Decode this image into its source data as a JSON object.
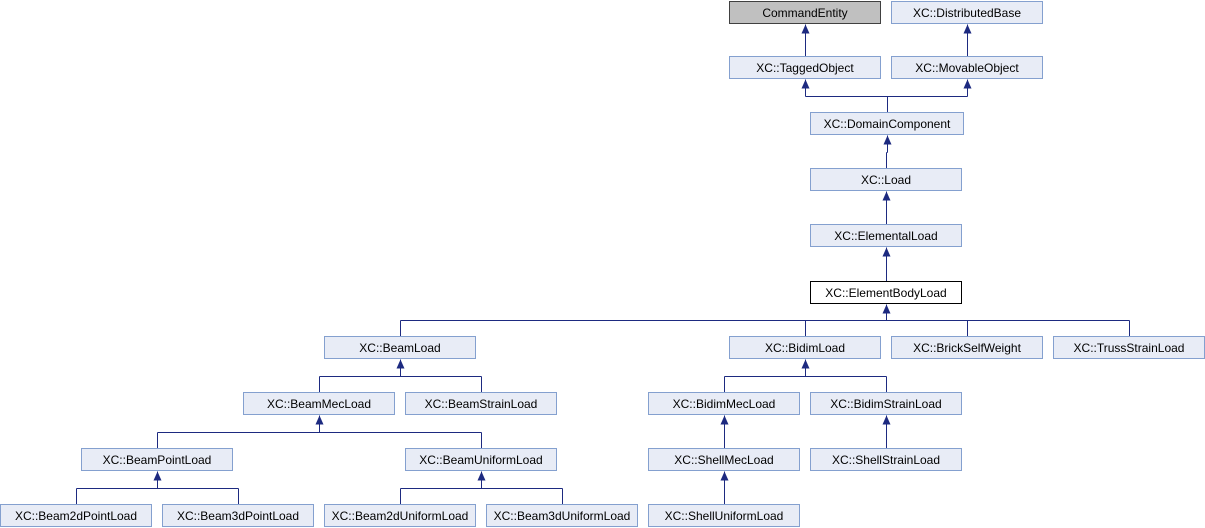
{
  "colors": {
    "node_fill": "#e8ecf6",
    "node_border": "#84a0cf",
    "highlight_fill": "#c0c0c0",
    "highlight_border": "#404040",
    "current_fill": "#ffffff",
    "current_border": "#000000",
    "edge": "#1d2a80"
  },
  "nodes": [
    {
      "id": "command_entity",
      "label": "CommandEntity",
      "style": "highlight"
    },
    {
      "id": "distributed_base",
      "label": "XC::DistributedBase",
      "style": "normal"
    },
    {
      "id": "tagged_object",
      "label": "XC::TaggedObject",
      "style": "normal"
    },
    {
      "id": "movable_object",
      "label": "XC::MovableObject",
      "style": "normal"
    },
    {
      "id": "domain_component",
      "label": "XC::DomainComponent",
      "style": "normal"
    },
    {
      "id": "load",
      "label": "XC::Load",
      "style": "normal"
    },
    {
      "id": "elemental_load",
      "label": "XC::ElementalLoad",
      "style": "normal"
    },
    {
      "id": "element_body_load",
      "label": "XC::ElementBodyLoad",
      "style": "current"
    },
    {
      "id": "beam_load",
      "label": "XC::BeamLoad",
      "style": "normal"
    },
    {
      "id": "bidim_load",
      "label": "XC::BidimLoad",
      "style": "normal"
    },
    {
      "id": "brick_self_weight",
      "label": "XC::BrickSelfWeight",
      "style": "normal"
    },
    {
      "id": "truss_strain_load",
      "label": "XC::TrussStrainLoad",
      "style": "normal"
    },
    {
      "id": "beam_mec_load",
      "label": "XC::BeamMecLoad",
      "style": "normal"
    },
    {
      "id": "beam_strain_load",
      "label": "XC::BeamStrainLoad",
      "style": "normal"
    },
    {
      "id": "bidim_mec_load",
      "label": "XC::BidimMecLoad",
      "style": "normal"
    },
    {
      "id": "bidim_strain_load",
      "label": "XC::BidimStrainLoad",
      "style": "normal"
    },
    {
      "id": "beam_point_load",
      "label": "XC::BeamPointLoad",
      "style": "normal"
    },
    {
      "id": "beam_uniform_load",
      "label": "XC::BeamUniformLoad",
      "style": "normal"
    },
    {
      "id": "shell_mec_load",
      "label": "XC::ShellMecLoad",
      "style": "normal"
    },
    {
      "id": "shell_strain_load",
      "label": "XC::ShellStrainLoad",
      "style": "normal"
    },
    {
      "id": "beam_2d_point_load",
      "label": "XC::Beam2dPointLoad",
      "style": "normal"
    },
    {
      "id": "beam_3d_point_load",
      "label": "XC::Beam3dPointLoad",
      "style": "normal"
    },
    {
      "id": "beam_2d_uniform_load",
      "label": "XC::Beam2dUniformLoad",
      "style": "normal"
    },
    {
      "id": "beam_3d_uniform_load",
      "label": "XC::Beam3dUniformLoad",
      "style": "normal"
    },
    {
      "id": "shell_uniform_load",
      "label": "XC::ShellUniformLoad",
      "style": "normal"
    }
  ],
  "edges": [
    {
      "parent": "command_entity",
      "children": [
        "tagged_object"
      ]
    },
    {
      "parent": "distributed_base",
      "children": [
        "movable_object"
      ]
    },
    {
      "parent": "tagged_object",
      "children": [
        "domain_component"
      ]
    },
    {
      "parent": "movable_object",
      "children": [
        "domain_component"
      ]
    },
    {
      "parent": "domain_component",
      "children": [
        "load"
      ]
    },
    {
      "parent": "load",
      "children": [
        "elemental_load"
      ]
    },
    {
      "parent": "elemental_load",
      "children": [
        "element_body_load"
      ]
    },
    {
      "parent": "element_body_load",
      "children": [
        "beam_load",
        "bidim_load",
        "brick_self_weight",
        "truss_strain_load"
      ]
    },
    {
      "parent": "beam_load",
      "children": [
        "beam_mec_load",
        "beam_strain_load"
      ]
    },
    {
      "parent": "bidim_load",
      "children": [
        "bidim_mec_load",
        "bidim_strain_load"
      ]
    },
    {
      "parent": "beam_mec_load",
      "children": [
        "beam_point_load",
        "beam_uniform_load"
      ]
    },
    {
      "parent": "bidim_mec_load",
      "children": [
        "shell_mec_load"
      ]
    },
    {
      "parent": "bidim_strain_load",
      "children": [
        "shell_strain_load"
      ]
    },
    {
      "parent": "beam_point_load",
      "children": [
        "beam_2d_point_load",
        "beam_3d_point_load"
      ]
    },
    {
      "parent": "beam_uniform_load",
      "children": [
        "beam_2d_uniform_load",
        "beam_3d_uniform_load"
      ]
    },
    {
      "parent": "shell_mec_load",
      "children": [
        "shell_uniform_load"
      ]
    }
  ]
}
